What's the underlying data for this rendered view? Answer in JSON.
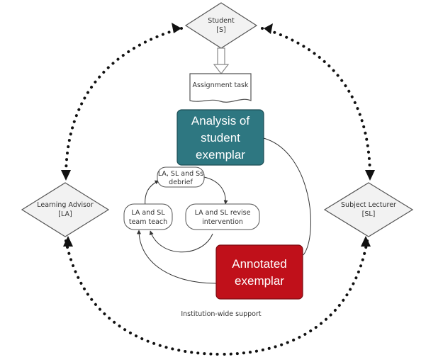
{
  "nodes": {
    "student": {
      "line1": "Student",
      "line2": "[S]"
    },
    "learning_advisor": {
      "line1": "Learning Advisor",
      "line2": "[LA]"
    },
    "subject_lecturer": {
      "line1": "Subject Lecturer",
      "line2": "[SL]"
    },
    "assignment_task": {
      "label": "Assignment task"
    },
    "analysis": {
      "line1": "Analysis of",
      "line2": "student",
      "line3": "exemplar"
    },
    "annotated": {
      "line1": "Annotated",
      "line2": "exemplar"
    },
    "debrief": {
      "line1": "LA, SL and Ss",
      "line2": "debrief"
    },
    "team_teach": {
      "line1": "LA and SL",
      "line2": "team teach"
    },
    "revise": {
      "line1": "LA and SL revise",
      "line2": "intervention"
    }
  },
  "caption": "Institution-wide support",
  "colors": {
    "analysis_fill": "#2e7781",
    "annotated_fill": "#c0101a",
    "diamond_fill": "#f2f2f2",
    "stroke": "#555555",
    "dots": "#111111"
  }
}
